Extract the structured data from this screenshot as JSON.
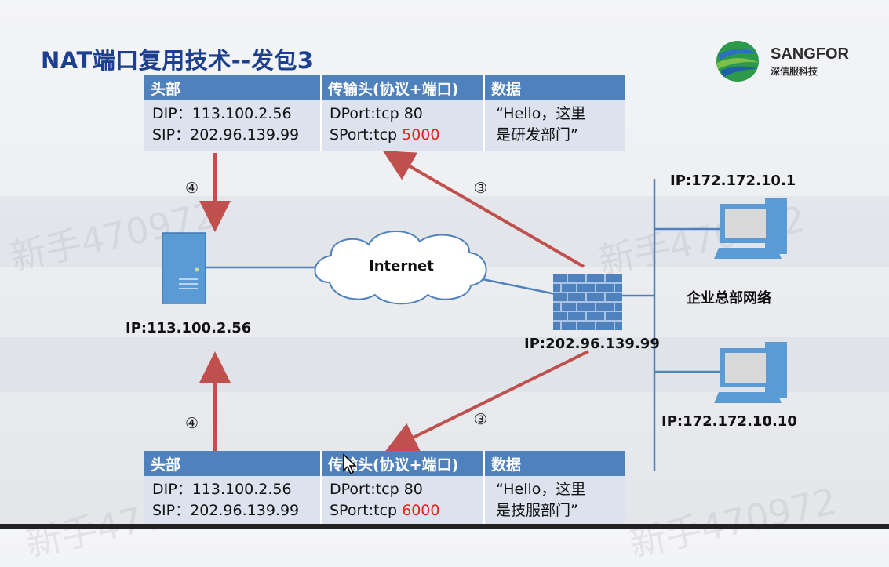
{
  "title": "NAT端口复用技术--发包3",
  "logo": {
    "name": "SANGFOR",
    "subtitle": "深信服科技"
  },
  "watermark": "新手470972",
  "packet_top": {
    "headers": [
      "头部",
      "传输头(协议+端口)",
      "数据"
    ],
    "col1": [
      "DIP：113.100.2.56",
      "SIP：202.96.139.99"
    ],
    "col2_line1": "DPort:tcp 80",
    "col2_line2_prefix": "SPort:tcp ",
    "col2_line2_port": "5000",
    "col3": [
      "“Hello，这里",
      "是研发部门”"
    ]
  },
  "packet_bottom": {
    "headers": [
      "头部",
      "传输头(协议+端口)",
      "数据"
    ],
    "col1": [
      "DIP：113.100.2.56",
      "SIP：202.96.139.99"
    ],
    "col2_line1": "DPort:tcp 80",
    "col2_line2_prefix": "SPort:tcp ",
    "col2_line2_port": "6000",
    "col3": [
      "“Hello，这里",
      "是技服部门”"
    ]
  },
  "step_labels": {
    "step3": "③",
    "step4": "④"
  },
  "nodes": {
    "server_ip": "IP:113.100.2.56",
    "internet": "Internet",
    "firewall_ip": "IP:202.96.139.99",
    "pc1_ip": "IP:172.172.10.1",
    "pc2_ip": "IP:172.172.10.10",
    "enterprise_network": "企业总部网络"
  },
  "colors": {
    "title": "#1d3f8f",
    "table_header": "#4f81bd",
    "table_body": "#dce3ef",
    "arrow": "#c0504d",
    "link": "#4f81bd",
    "highlight_port": "#e3221b"
  }
}
